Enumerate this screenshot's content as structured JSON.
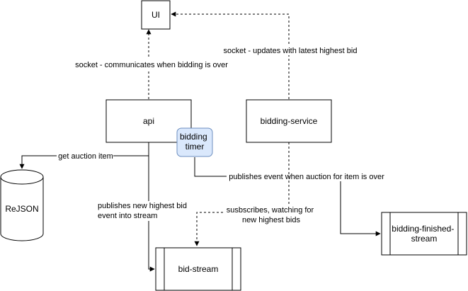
{
  "nodes": {
    "ui": "UI",
    "api": "api",
    "bidding_service": "bidding-service",
    "bidding_timer": [
      "bidding",
      "timer"
    ],
    "rejson": "ReJSON",
    "bid_stream": "bid-stream",
    "bidding_finished_stream": [
      "bidding-finished-",
      "stream"
    ]
  },
  "edges": {
    "api_to_ui": "socket - communicates when bidding is over",
    "service_to_ui": "socket - updates with latest highest bid",
    "api_to_rejson": "get auction item",
    "api_to_bid_stream": [
      "publishes new highest bid",
      "event into stream"
    ],
    "timer_to_finished": "publishes event when auction for item is over",
    "service_to_bid_stream": [
      "susbscribes, watching for",
      "new highest bids"
    ]
  },
  "colors": {
    "timer_fill": "#dae8fc",
    "timer_stroke": "#6c8ebf",
    "line": "#000000"
  }
}
